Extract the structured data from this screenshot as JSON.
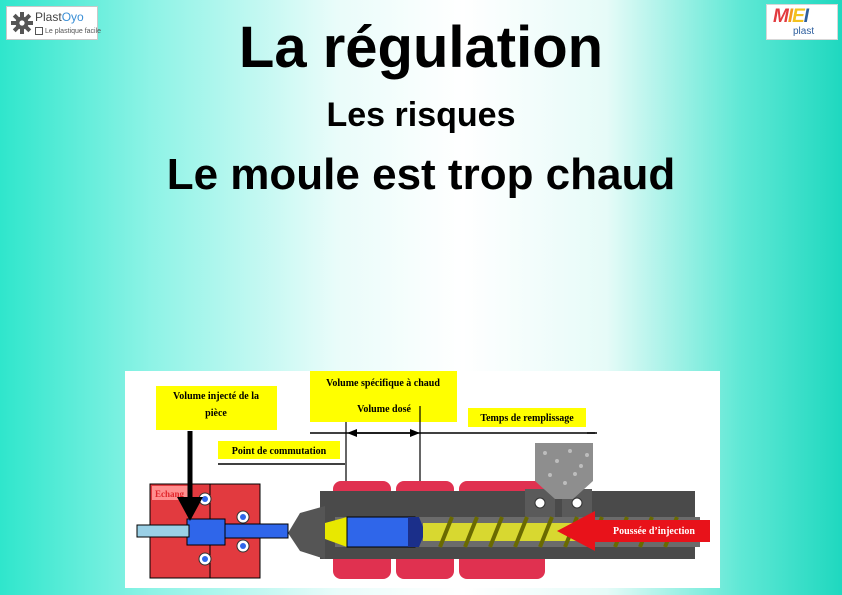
{
  "logos": {
    "left": {
      "brand_main": "Plast",
      "brand_accent": "Oyo",
      "tagline": "Le plastique facile",
      "accent_color": "#3a8fd6"
    },
    "right": {
      "mark": "MIEI",
      "sub": "plast"
    }
  },
  "header": {
    "title": "La régulation",
    "subtitle": "Les risques",
    "subtitle2": "Le moule est trop chaud"
  },
  "diagram": {
    "labels": {
      "volume_injecte": [
        "Volume injecté de la",
        "pièce"
      ],
      "volume_specifique": "Volume spécifique à chaud",
      "volume_dose": "Volume dosé",
      "temps_remplissage": "Temps de remplissage",
      "point_commutation": "Point de commutation",
      "echange": "Echang",
      "poussee": "Poussée d’injection"
    },
    "colors": {
      "label_bg": "#ffff00",
      "mold": "#e23a3f",
      "heater": "#e03150",
      "barrel": "#4a4a4a",
      "melt": "#e8e800",
      "dose": "#2f66ea",
      "push_arrow": "#e8121a"
    }
  }
}
